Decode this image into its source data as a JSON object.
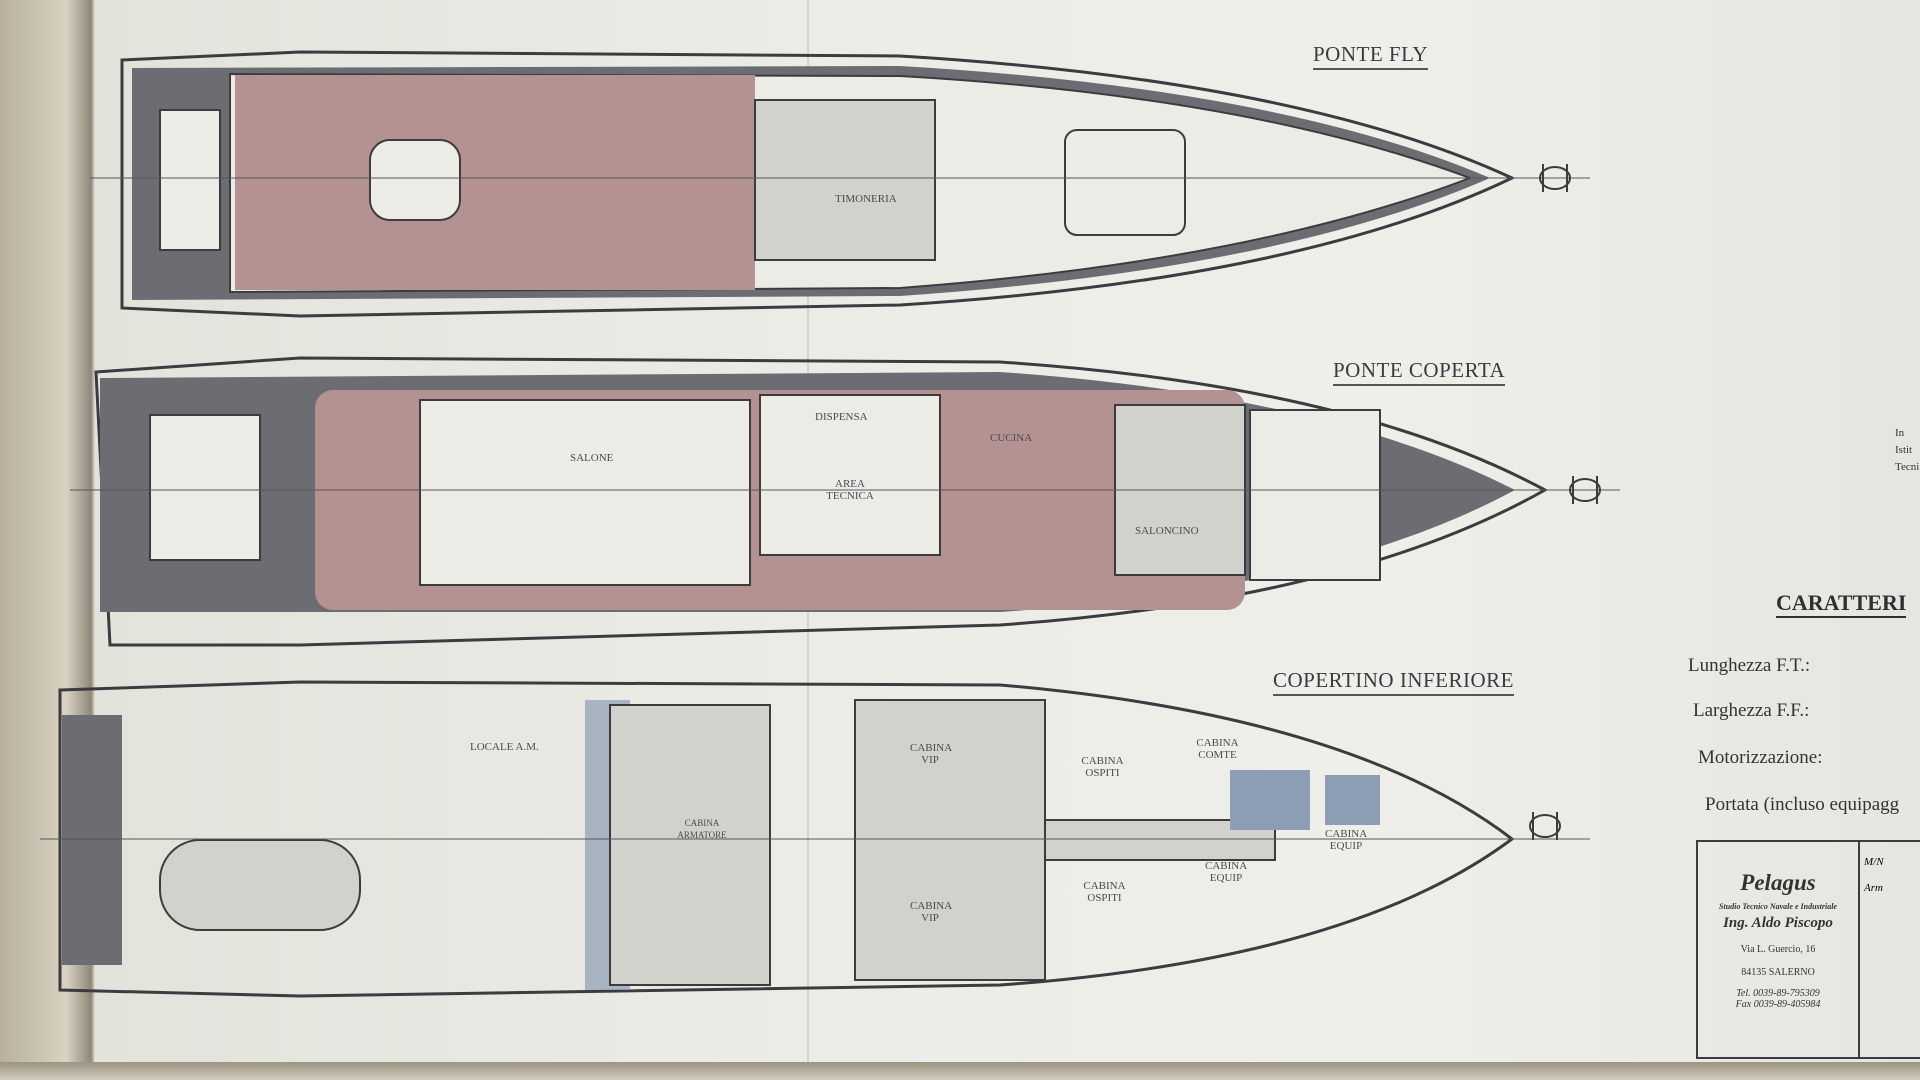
{
  "decks": [
    {
      "title": "PONTE FLY",
      "rooms": [
        "TIMONERIA"
      ]
    },
    {
      "title": "PONTE COPERTA",
      "rooms": [
        "SALONE",
        "DISPENSA",
        "AREA TECNICA",
        "CUCINA",
        "SALONCINO"
      ]
    },
    {
      "title": "COPERTINO INFERIORE",
      "rooms": [
        "LOCALE A.M.",
        "CABINA ARMATORE",
        "CABINA VIP",
        "CABINA VIP",
        "CABINA OSPITI",
        "CABINA OSPITI",
        "CABINA COMTE",
        "CABINA EQUIP",
        "CABINA EQUIP"
      ]
    }
  ],
  "specs": {
    "heading": "CARATTERI",
    "items": [
      "Lunghezza F.T.:",
      "Larghezza F.F.:",
      "Motorizzazione:",
      "Portata (incluso equipagg"
    ]
  },
  "partial_text": [
    "In",
    "Istit",
    "Tecni"
  ],
  "title_block": {
    "company": "Pelagus",
    "subtitle": "Studio Tecnico Navale e Industriale",
    "engineer": "Ing. Aldo Piscopo",
    "address": "Via L. Guercio, 16",
    "city": "84135 SALERNO",
    "tel": "Tel. 0039-89-795309",
    "fax": "Fax 0039-89-405984",
    "side_labels": [
      "M/N",
      "Arm"
    ]
  },
  "colors": {
    "paper": "#ecece7",
    "teak": "#b59292",
    "dark_deck": "#6b6d73",
    "bathroom_blue": "#8d9db3",
    "floor_gray": "#d2d2cc",
    "line": "#3c3c40"
  }
}
